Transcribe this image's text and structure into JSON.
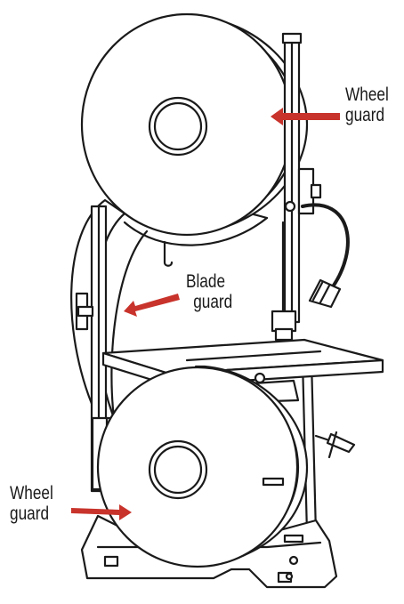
{
  "labels": {
    "wheel_guard_upper": {
      "line1": "Wheel",
      "line2": "guard"
    },
    "blade_guard": {
      "line1": "Blade",
      "line2": "guard"
    },
    "wheel_guard_lower": {
      "line1": "Wheel",
      "line2": "guard"
    }
  },
  "colors": {
    "arrow": "#c8332b",
    "outline": "#1a1a1a",
    "fill": "#ffffff"
  }
}
